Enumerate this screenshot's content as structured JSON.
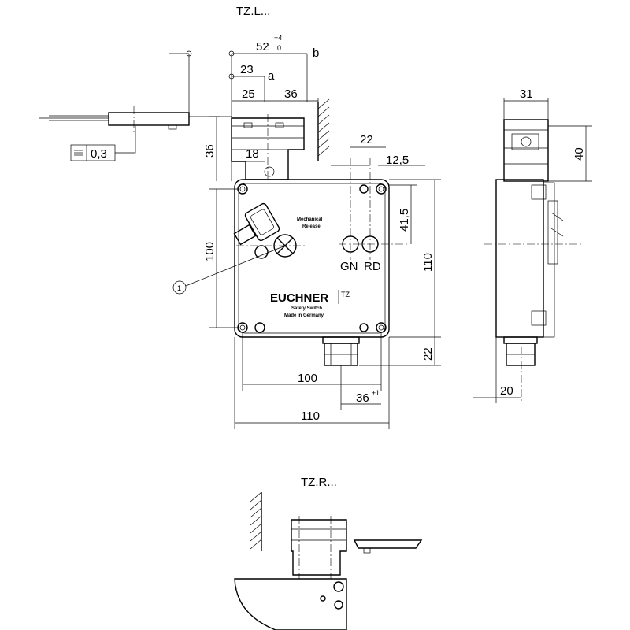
{
  "views": {
    "left_title": "TZ.L...",
    "right_title": "TZ.R..."
  },
  "dims": {
    "d52": "52",
    "d52_tol_upper": "+4",
    "d52_tol_lower": "0",
    "label_b": "b",
    "d23": "23",
    "label_a": "a",
    "d25": "25",
    "d36_top": "36",
    "d36_left": "36",
    "d18": "18",
    "d22_top": "22",
    "d12_5": "12,5",
    "d41_5": "41,5",
    "d100_left": "100",
    "d110_right": "110",
    "d22_right": "22",
    "d100_bottom": "100",
    "d36_bottom": "36",
    "d36_tol": "±1",
    "d110_bottom": "110",
    "d31": "31",
    "d40": "40",
    "d20": "20"
  },
  "tolerance": {
    "symbol": "⌯",
    "value": "0,3"
  },
  "leds": {
    "green": "GN",
    "red": "RD"
  },
  "callout": "1",
  "labels": {
    "mechanical": "Mechanical",
    "release": "Release",
    "brand": "EUCHNER",
    "model": "TZ",
    "product": "Safety Switch",
    "origin": "Made in Germany"
  }
}
